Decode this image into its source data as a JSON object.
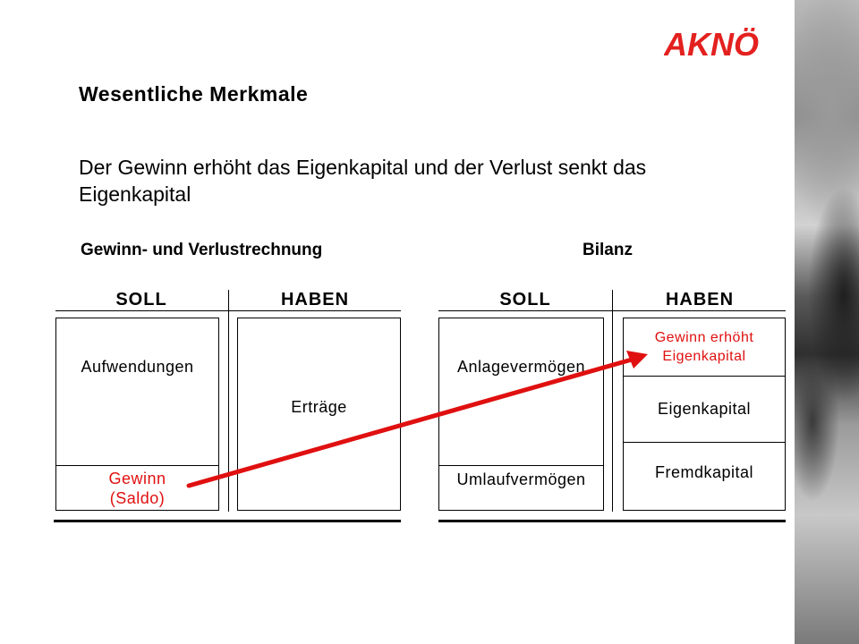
{
  "logo": {
    "text": "AKNÖ",
    "color": "#e3211f"
  },
  "title": "Wesentliche Merkmale",
  "subtitle": "Der Gewinn erhöht das Eigenkapital und der Verlust senkt das Eigenkapital",
  "guv": {
    "label": "Gewinn- und Verlustrechnung",
    "soll_header": "SOLL",
    "haben_header": "HABEN",
    "soll_items": [
      "Aufwendungen"
    ],
    "profit_line1": "Gewinn",
    "profit_line2": "(Saldo)",
    "haben_items": [
      "Erträge"
    ]
  },
  "bilanz": {
    "label": "Bilanz",
    "soll_header": "SOLL",
    "haben_header": "HABEN",
    "soll_items": [
      "Anlagevermögen",
      "Umlaufvermögen"
    ],
    "highlight_line1": "Gewinn erhöht",
    "highlight_line2": "Eigenkapital",
    "haben_items": [
      "Eigenkapital",
      "Fremdkapital"
    ]
  },
  "colors": {
    "accent": "#e01010",
    "text": "#000000"
  }
}
